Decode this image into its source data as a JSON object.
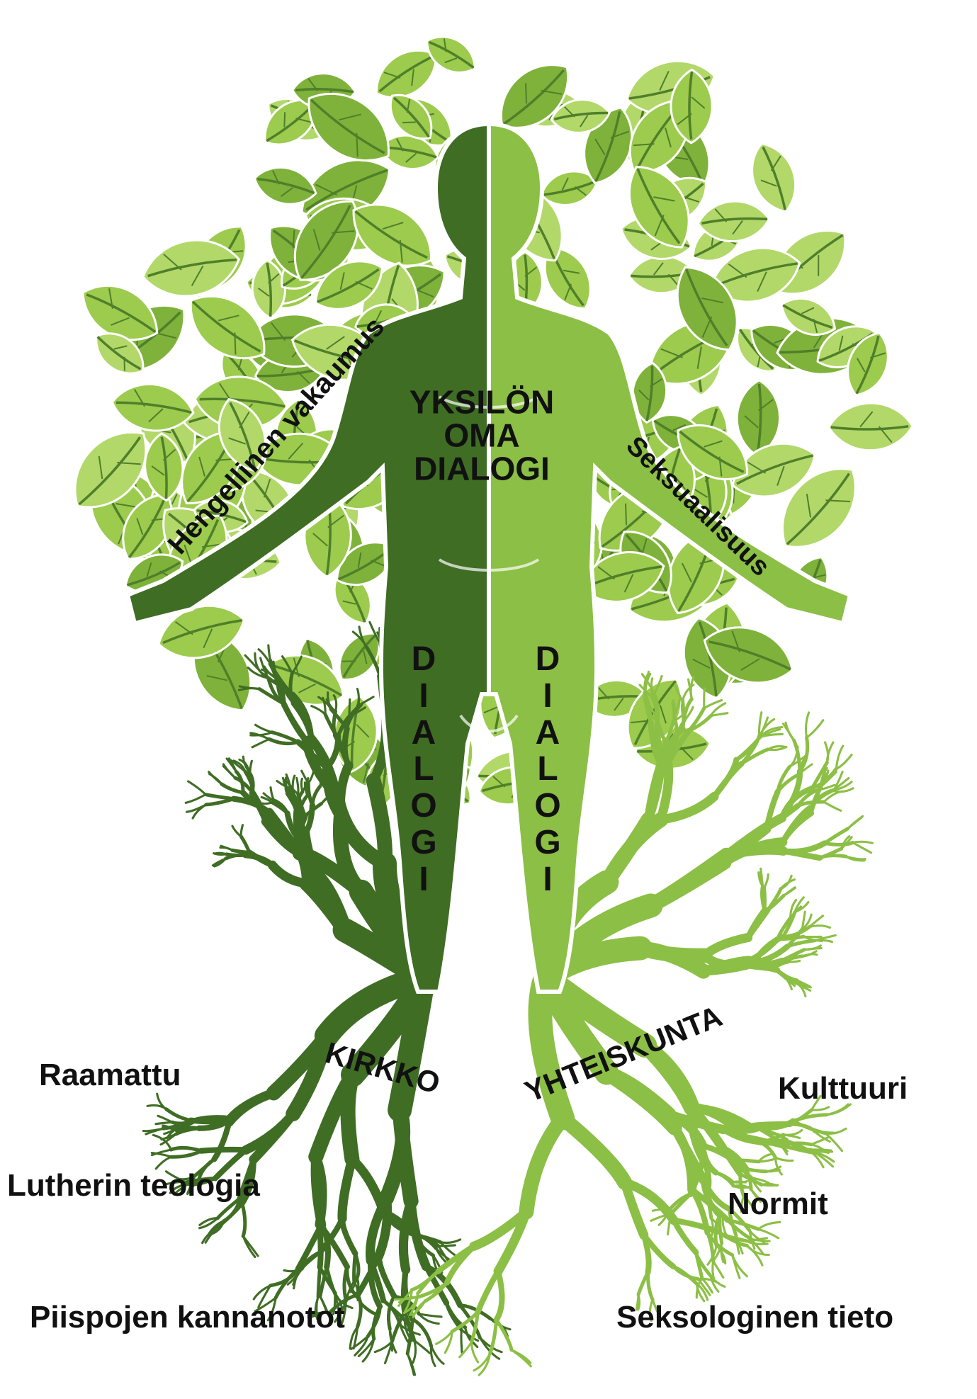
{
  "colors": {
    "leaf_light": "#9ccb4e",
    "leaf_mid": "#7fb23a",
    "leaf_dark": "#4f7f2a",
    "figure_dark": "#3f6d24",
    "figure_light": "#8cbf45",
    "text": "#111111"
  },
  "labels": {
    "spiritual": "Hengellinen vakaumus",
    "sexuality": "Seksuaalisuus",
    "individual_dialogue": [
      "YKSILÖN",
      "OMA",
      "DIALOGI"
    ],
    "dialogue_left": "DIALOGI",
    "dialogue_right": "DIALOGI",
    "church": "KIRKKO",
    "society": "YHTEISKUNTA",
    "bible": "Raamattu",
    "luther": "Lutherin teologia",
    "bishops": "Piispojen kannanotot",
    "culture": "Kulttuuri",
    "norms": "Normit",
    "sexology": "Seksologinen tieto"
  }
}
